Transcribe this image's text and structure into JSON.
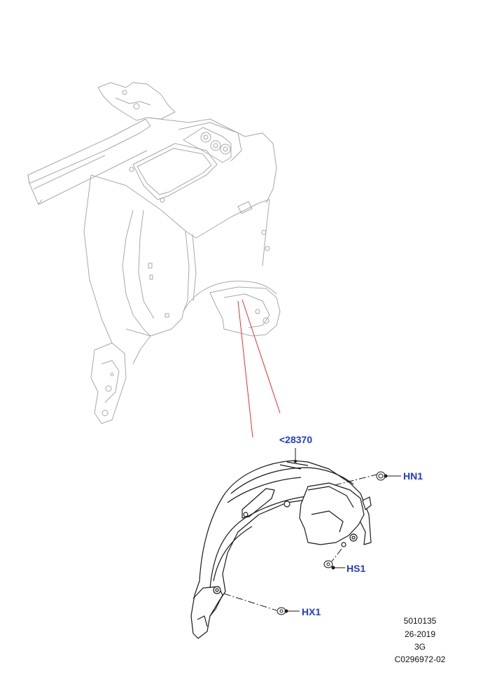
{
  "callouts": {
    "main_part": "<28370",
    "nut_top": "HN1",
    "screw_mid": "HS1",
    "screw_low": "HX1"
  },
  "document_info": {
    "line1": "5010135",
    "line2": "26-2019",
    "line3": "3G",
    "line4": "C0296972-02"
  },
  "colors": {
    "callout_text": "#1f3bd6",
    "leader_red": "#e03030",
    "context_gray": "#a8a8a8",
    "part_black": "#1a1a1a"
  }
}
